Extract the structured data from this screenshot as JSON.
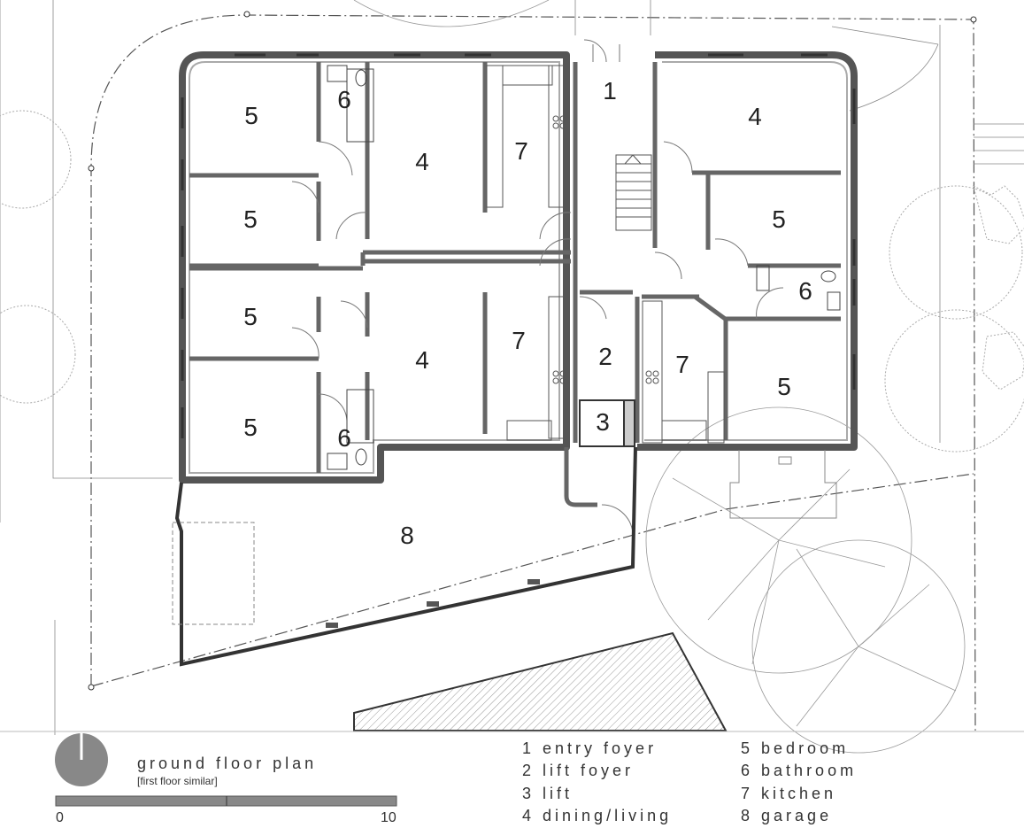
{
  "title": "ground floor plan",
  "subtitle": "[first floor similar]",
  "scale_bar": {
    "start_label": "0",
    "end_label": "10"
  },
  "legend": [
    {
      "num": "1",
      "label": "entry foyer"
    },
    {
      "num": "2",
      "label": "lift foyer"
    },
    {
      "num": "3",
      "label": "lift"
    },
    {
      "num": "4",
      "label": "dining/living"
    },
    {
      "num": "5",
      "label": "bedroom"
    },
    {
      "num": "6",
      "label": "bathroom"
    },
    {
      "num": "7",
      "label": "kitchen"
    },
    {
      "num": "8",
      "label": "garage"
    }
  ],
  "room_numbers": [
    "5",
    "6",
    "4",
    "7",
    "1",
    "4",
    "5",
    "5",
    "5",
    "4",
    "7",
    "2",
    "7",
    "5",
    "5",
    "6",
    "3",
    "6",
    "8"
  ]
}
